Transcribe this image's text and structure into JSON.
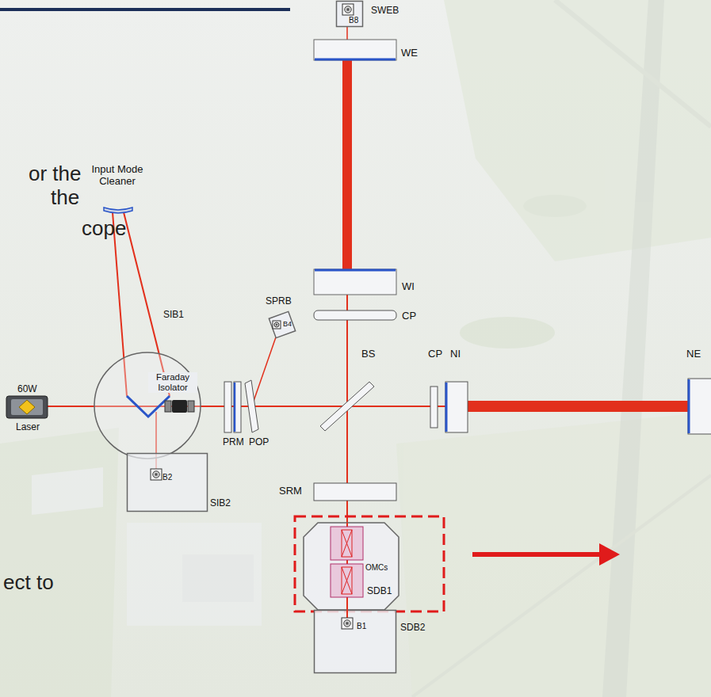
{
  "diagram": {
    "nodes": [
      {
        "text": [
          "SWEB"
        ]
      },
      {
        "text": [
          "SIB1",
          "Faraday Isolator"
        ]
      },
      {
        "text": [
          "SPRB"
        ]
      },
      {
        "text": [
          "SIB2"
        ]
      },
      {
        "text": [
          "SDB1"
        ]
      },
      {
        "text": [
          "SDB2"
        ]
      }
    ],
    "labels": [
      "B8",
      "WE",
      "Input Mode Cleaner",
      "or the",
      "the",
      "cope",
      "ect to",
      "60W",
      "Laser",
      "B2",
      "PRM",
      "POP",
      "B4",
      "BS",
      "WI",
      "CP",
      "CP",
      "NI",
      "NE",
      "SRM",
      "OMCs",
      "B1"
    ]
  }
}
